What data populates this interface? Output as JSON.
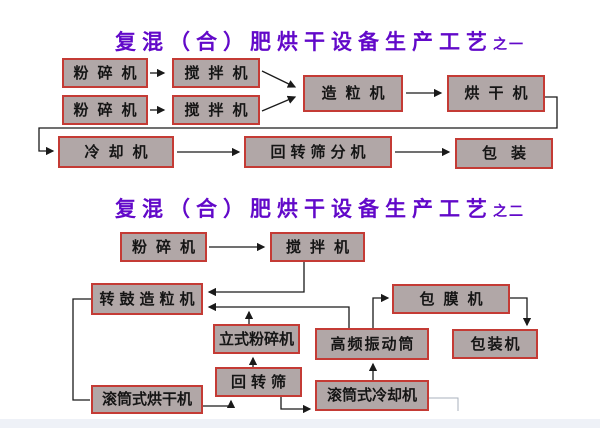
{
  "colors": {
    "title": "#6209c9",
    "box_fill": "#b1a7a7",
    "box_border": "#c43b35",
    "line": "#1a1a1a",
    "faint_line": "#a9b2bc"
  },
  "chart1": {
    "title": "复混（合）肥烘干设备生产工艺",
    "title_suffix": "之一",
    "nodes": {
      "crusher_a": "粉碎机",
      "mixer_a": "搅拌机",
      "crusher_b": "粉碎机",
      "mixer_b": "搅拌机",
      "granulator": "造粒机",
      "dryer": "烘干机",
      "cooler": "冷却机",
      "rotary_screen_classifier": "回转筛分机",
      "packing": "包装"
    }
  },
  "chart2": {
    "title": "复混（合）肥烘干设备生产工艺",
    "title_suffix": "之二",
    "nodes": {
      "crusher": "粉碎机",
      "mixer": "搅拌机",
      "drum_granulator": "转鼓造粒机",
      "vertical_crusher": "立式粉碎机",
      "hf_vibrating_drum": "高频振动筒",
      "coating_machine": "包膜机",
      "packing_machine": "包装机",
      "rotary_screen": "回转筛",
      "drum_dryer": "滚筒式烘干机",
      "drum_cooler": "滚筒式冷却机"
    }
  }
}
